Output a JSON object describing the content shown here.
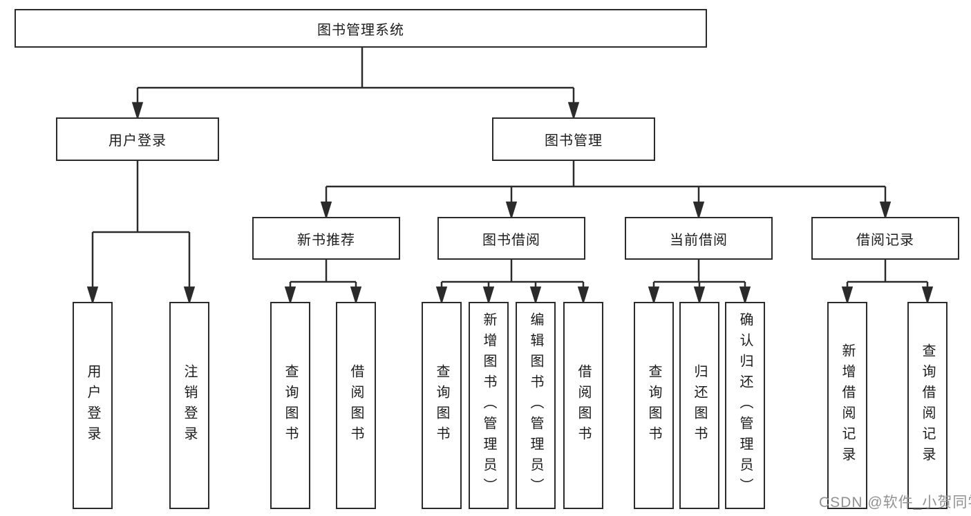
{
  "diagram": {
    "root": {
      "label": "图书管理系统"
    },
    "user_login": {
      "label": "用户登录",
      "children": [
        "用户登录",
        "注销登录"
      ]
    },
    "book_mgmt": {
      "label": "图书管理",
      "new_books": {
        "label": "新书推荐",
        "children": [
          "查询图书",
          "借阅图书"
        ]
      },
      "book_borrow": {
        "label": "图书借阅",
        "children": [
          "查询图书",
          "新增图书（管理员）",
          "编辑图书（管理员）",
          "借阅图书"
        ]
      },
      "current_borrow": {
        "label": "当前借阅",
        "children": [
          "查询图书",
          "归还图书",
          "确认归还（管理员）"
        ]
      },
      "borrow_records": {
        "label": "借阅记录",
        "children": [
          "新增借阅记录",
          "查询借阅记录"
        ]
      }
    }
  },
  "watermark": "CSDN @软件_小贺同学",
  "colors": {
    "line": "#2b2b2b",
    "text": "#1c1c1c",
    "watermark_gray": "#919191",
    "background": "#ffffff"
  }
}
